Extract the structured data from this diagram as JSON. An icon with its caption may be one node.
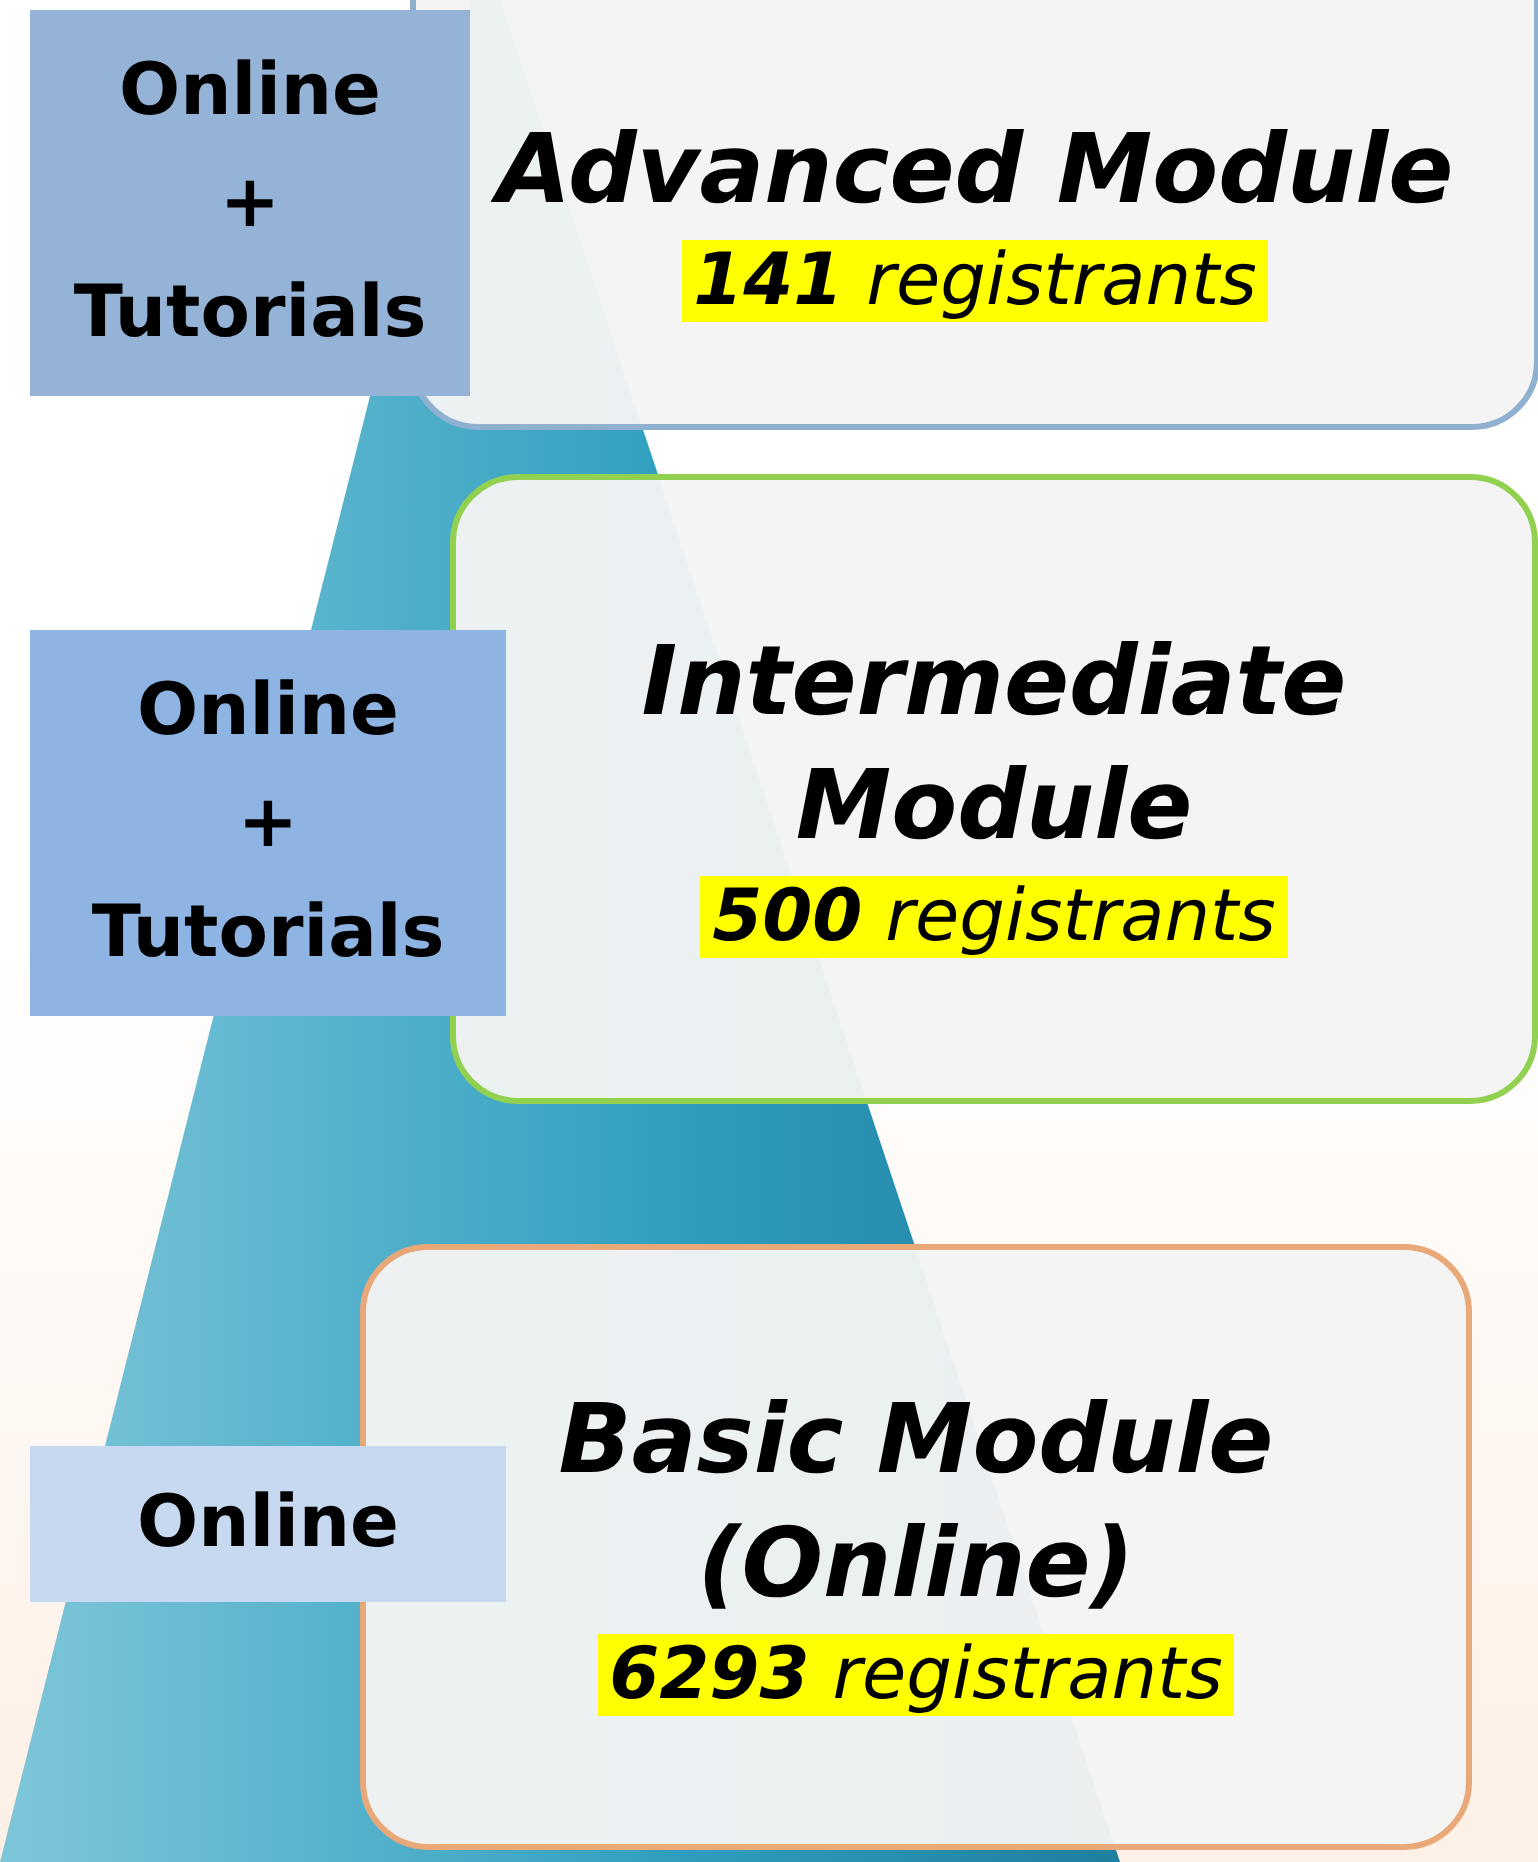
{
  "diagram": {
    "nodes": [
      {
        "text": [
          "Online + Tutorials"
        ]
      },
      {
        "text": [
          "Advanced Module",
          "**141** registrants"
        ]
      },
      {
        "text": [
          "Online + Tutorials"
        ]
      },
      {
        "text": [
          "Intermediate Module",
          "**500** registrants"
        ]
      },
      {
        "text": [
          "Online"
        ]
      },
      {
        "text": [
          "Basic Module (Online)",
          "**6293** registrants"
        ]
      }
    ],
    "edges": []
  }
}
